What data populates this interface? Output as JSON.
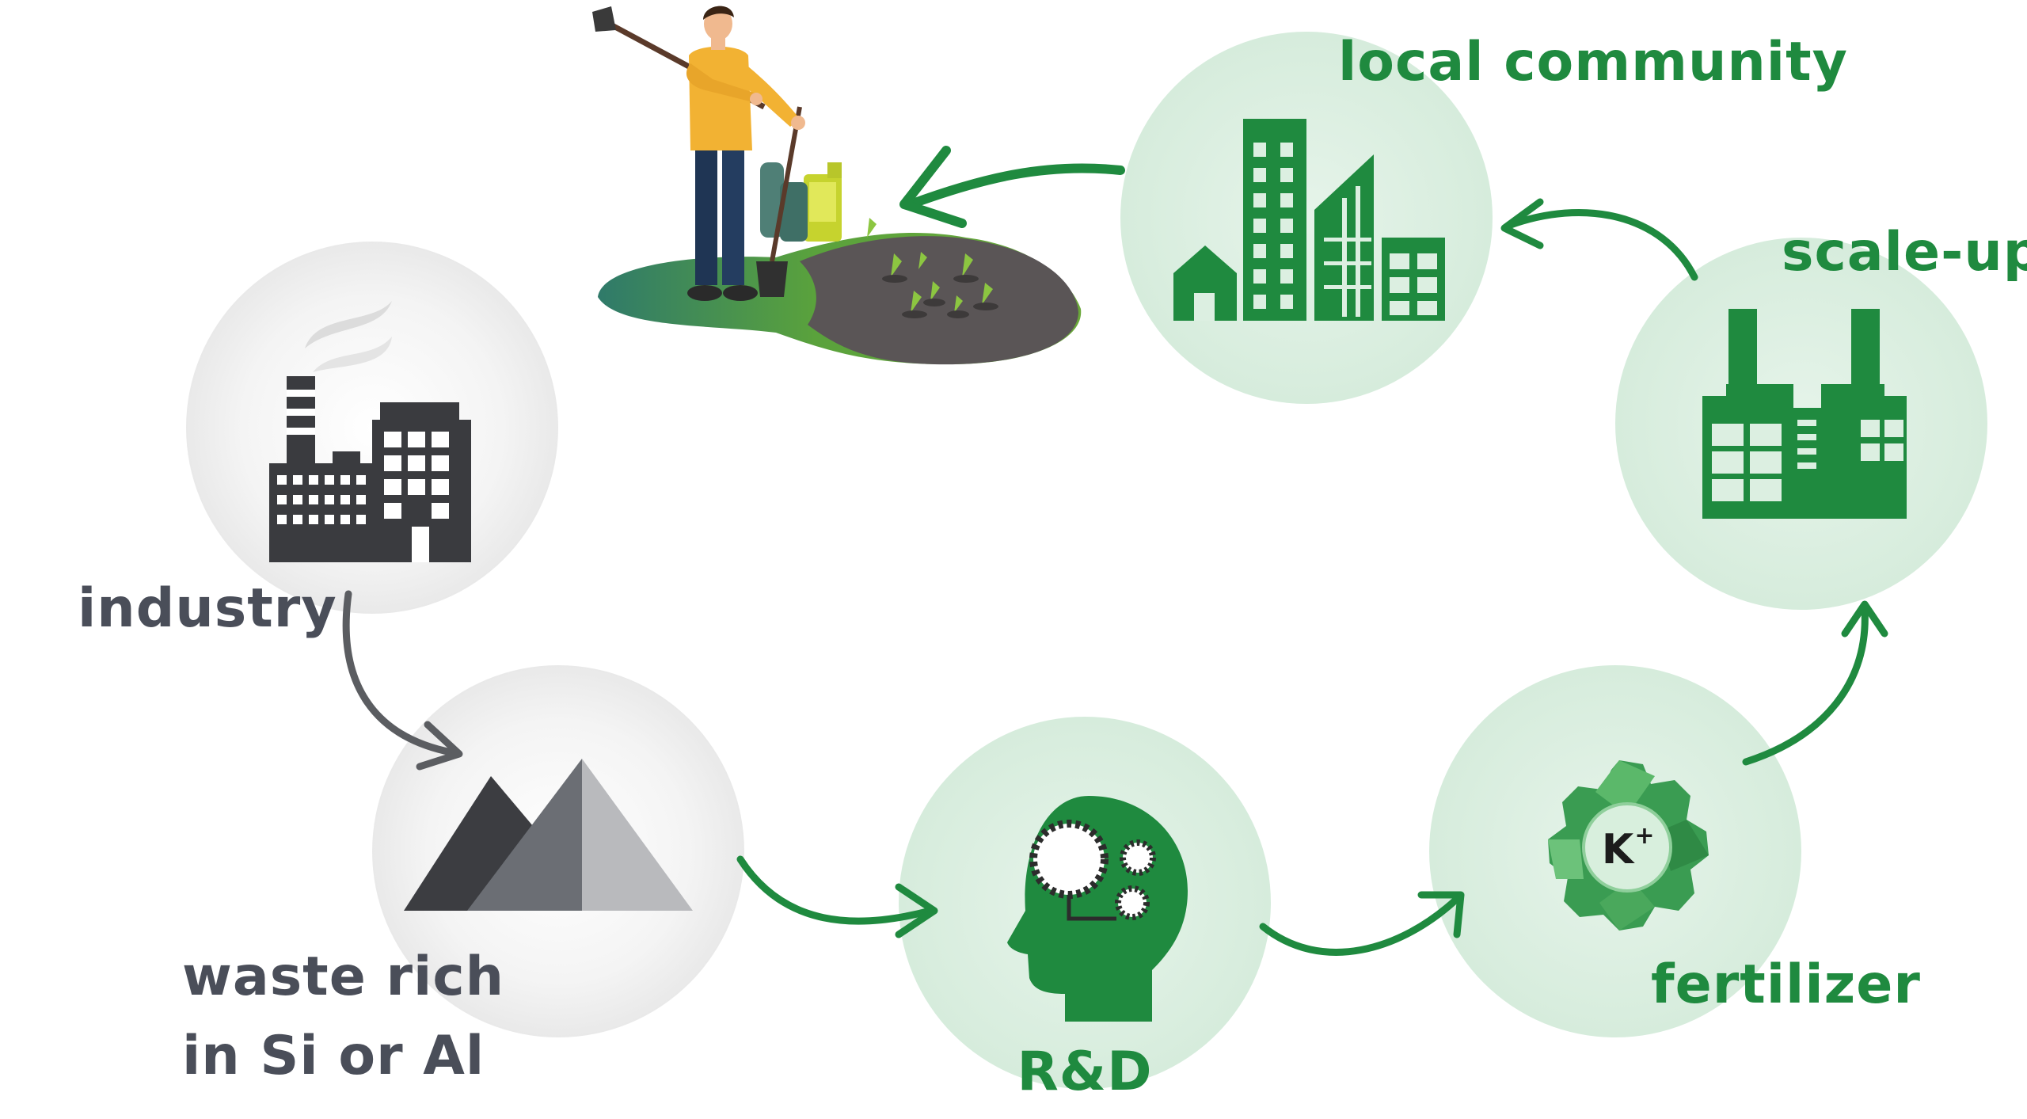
{
  "nodes": {
    "industry": {
      "label": "industry"
    },
    "waste": {
      "line1": "waste rich",
      "line2": "in Si or Al"
    },
    "rnd": {
      "label": "R&D"
    },
    "fertilizer": {
      "label": "fertilizer",
      "badge": "K",
      "badge_sup": "+"
    },
    "scaleup": {
      "label": "scale-up"
    },
    "community": {
      "label": "local community"
    }
  },
  "colors": {
    "green": "#1f8a3f",
    "green_light": "#dcefe1",
    "gray_dark": "#3a3b3f",
    "gray_light": "#eeeeee",
    "text_gray": "#4a4e59",
    "arrow_gray": "#5b5d61"
  }
}
